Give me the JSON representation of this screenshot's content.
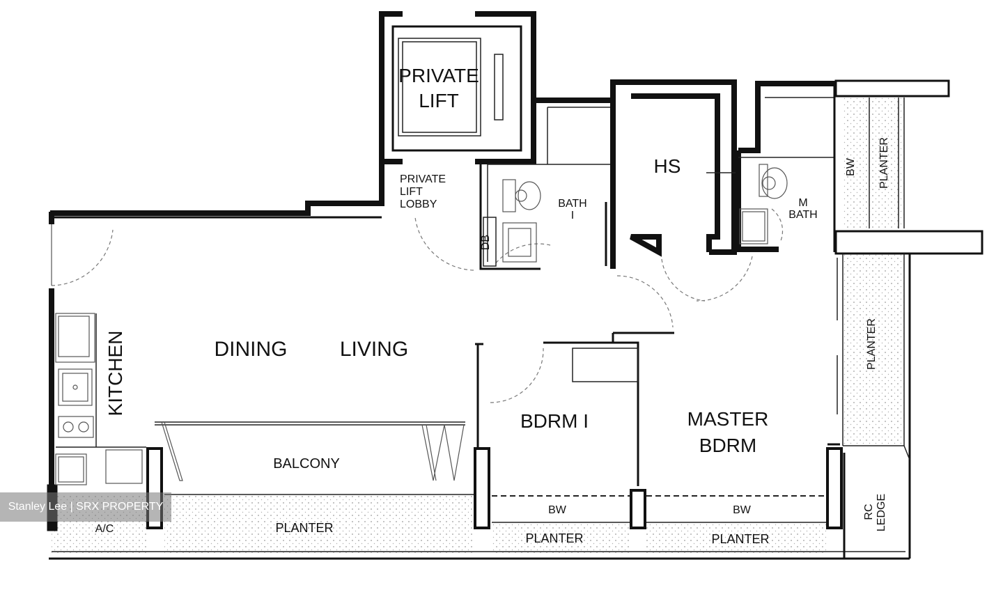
{
  "rooms": {
    "private_lift": [
      "PRIVATE",
      "LIFT"
    ],
    "private_lift_lobby": [
      "PRIVATE",
      "LIFT",
      "LOBBY"
    ],
    "bath1": [
      "BATH",
      "I"
    ],
    "household_shelter": "HS",
    "master_bath": [
      "M",
      "BATH"
    ],
    "bay_window_top": "BW",
    "planter_top_right": "PLANTER",
    "planter_right": "PLANTER",
    "distribution_board": "DB",
    "kitchen": "KITCHEN",
    "dining": "DINING",
    "living": "LIVING",
    "balcony": "BALCONY",
    "bedroom1": "BDRM I",
    "master_bedroom": [
      "MASTER",
      "BDRM"
    ],
    "aircon_ledge": "A/C",
    "planter_bottom_left": "PLANTER",
    "bay_window_bdrm1": "BW",
    "bay_window_master": "BW",
    "planter_bdrm1": "PLANTER",
    "planter_master": "PLANTER",
    "rc_ledge": [
      "RC",
      "LEDGE"
    ]
  },
  "watermark": "Stanley Lee | SRX PROPERTY"
}
